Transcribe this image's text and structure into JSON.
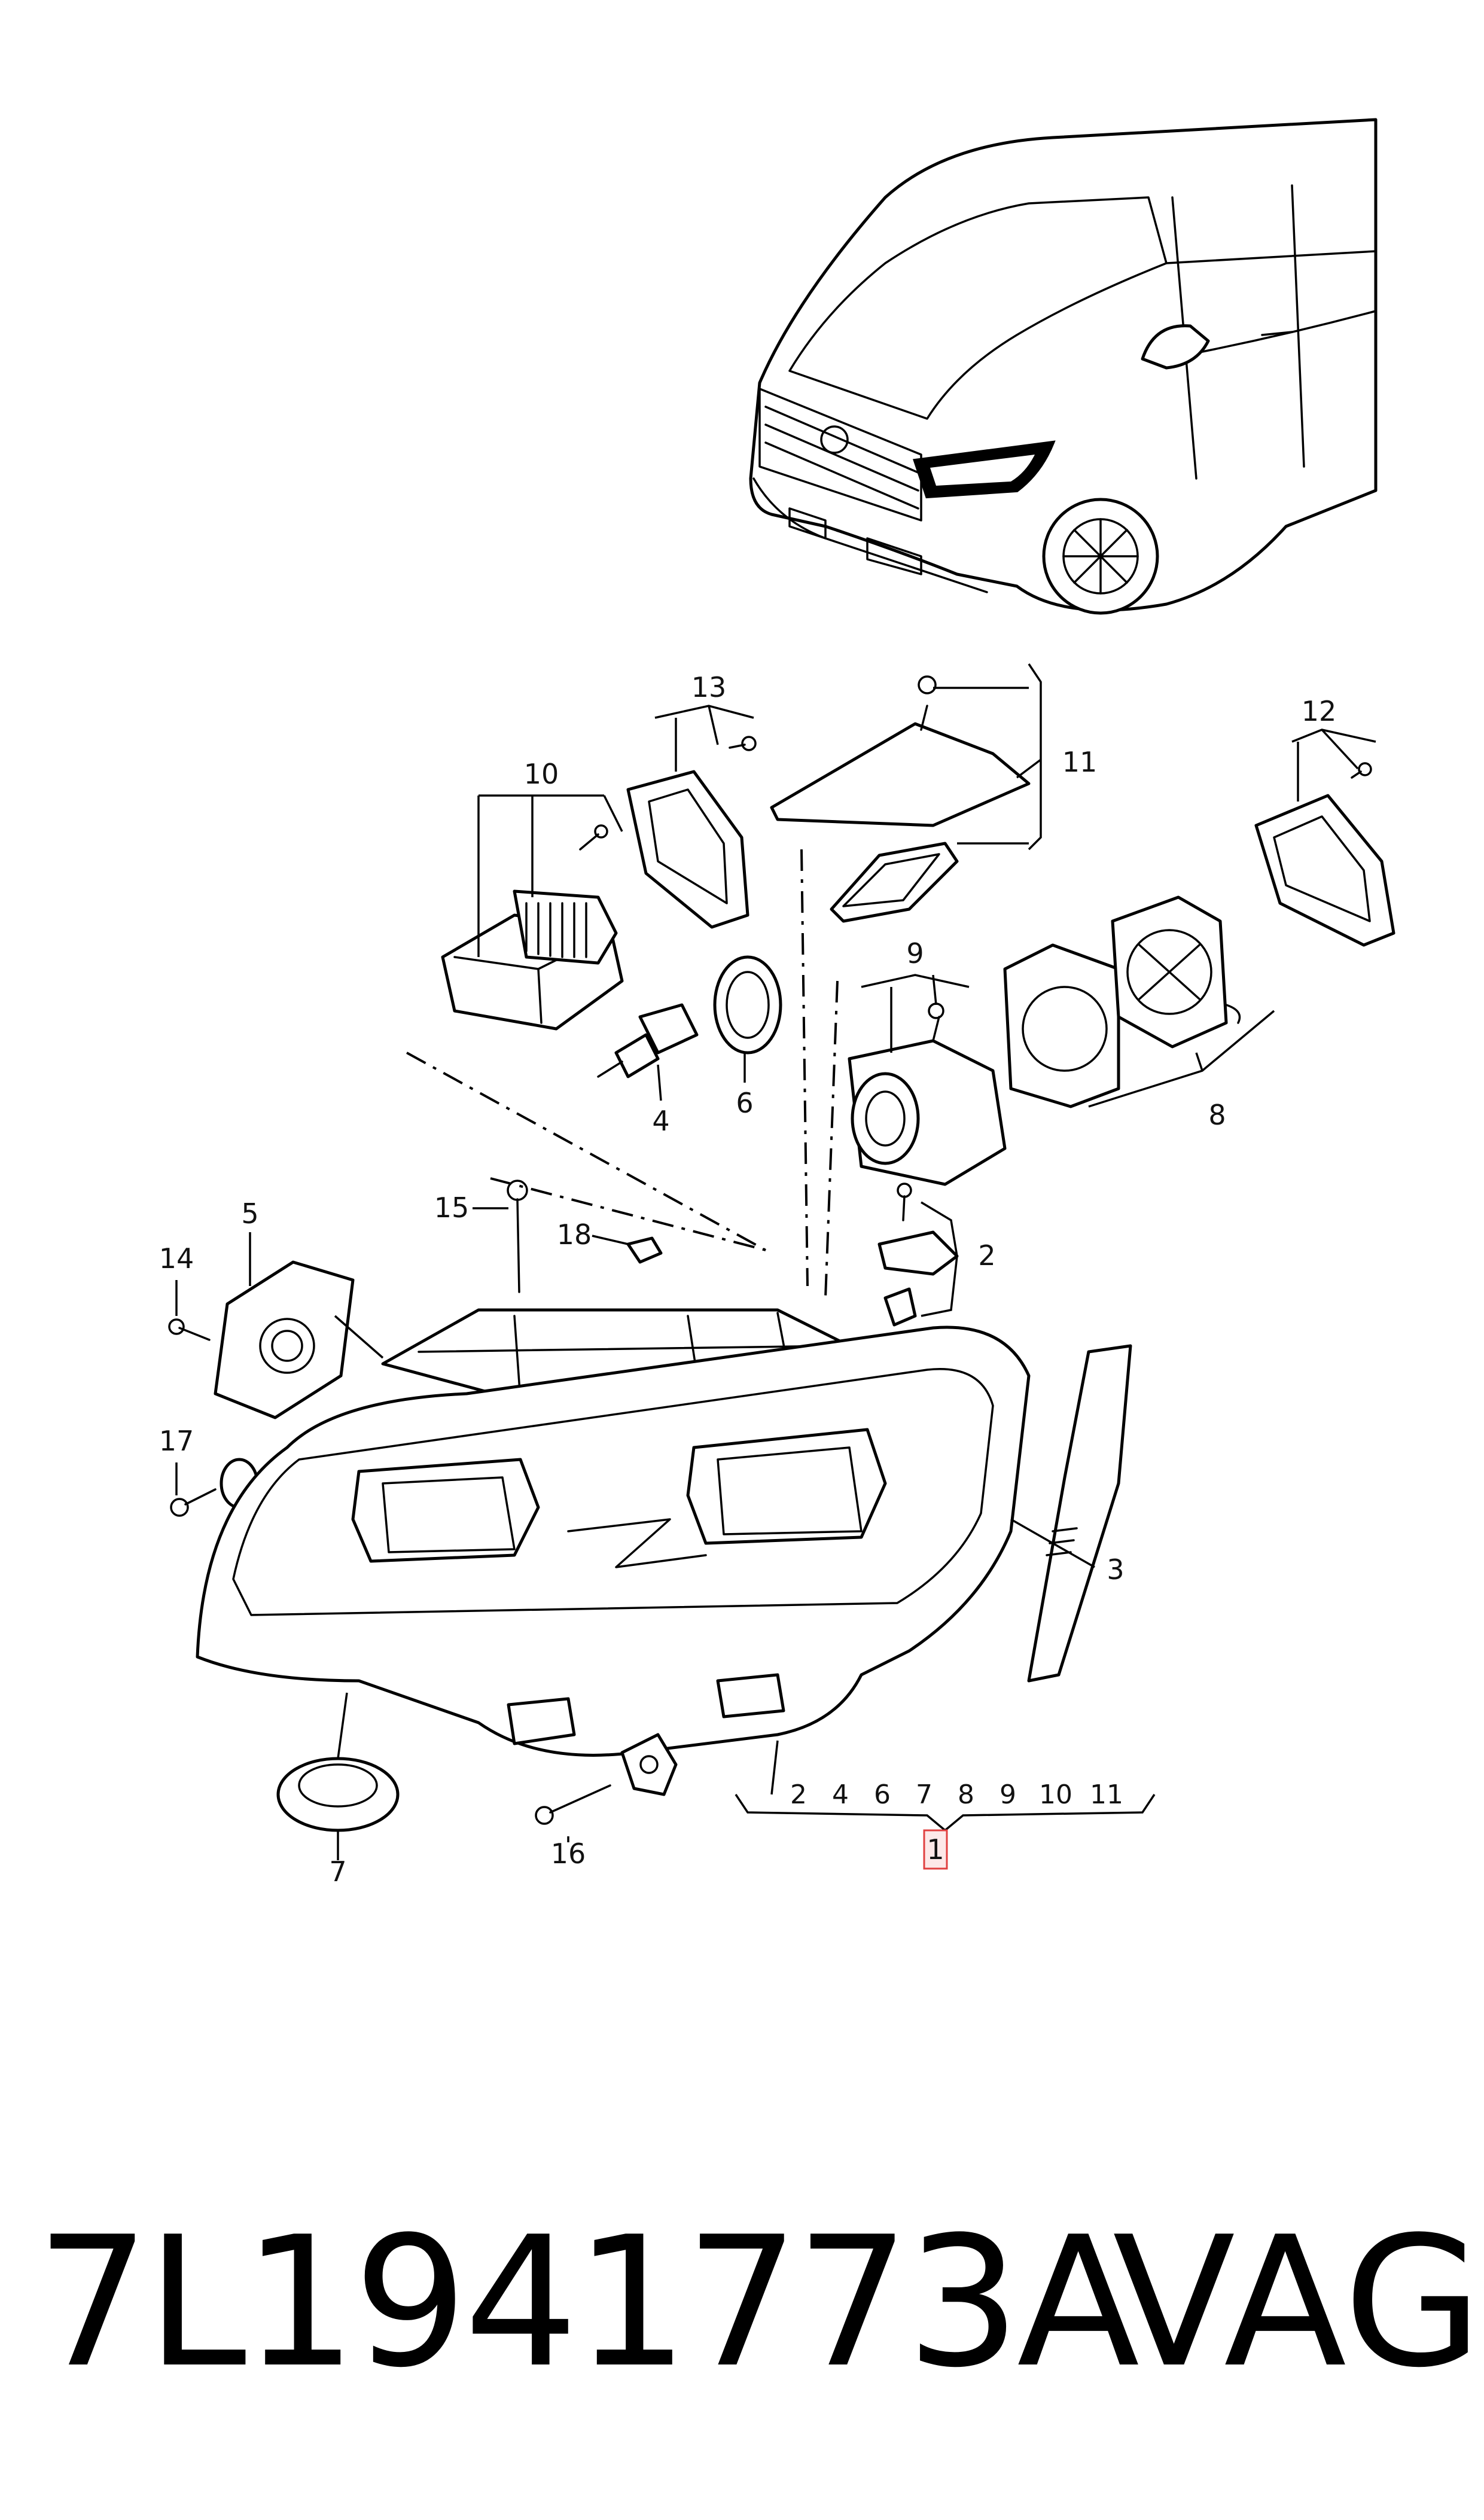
{
  "callouts": {
    "c1": "1",
    "c2": "2",
    "c3": "3",
    "c4": "4",
    "c5": "5",
    "c6": "6",
    "c7": "7",
    "c8": "8",
    "c9": "9",
    "c10": "10",
    "c11": "11",
    "c12": "12",
    "c13": "13",
    "c14": "14",
    "c15": "15",
    "c16": "16",
    "c17": "17",
    "c18": "18"
  },
  "assembly_contents": [
    "2",
    "4",
    "6",
    "7",
    "8",
    "9",
    "10",
    "11"
  ],
  "highlight_color": "#e04040",
  "footer": {
    "part_number": "7L1941773A",
    "brand": "VAG"
  }
}
